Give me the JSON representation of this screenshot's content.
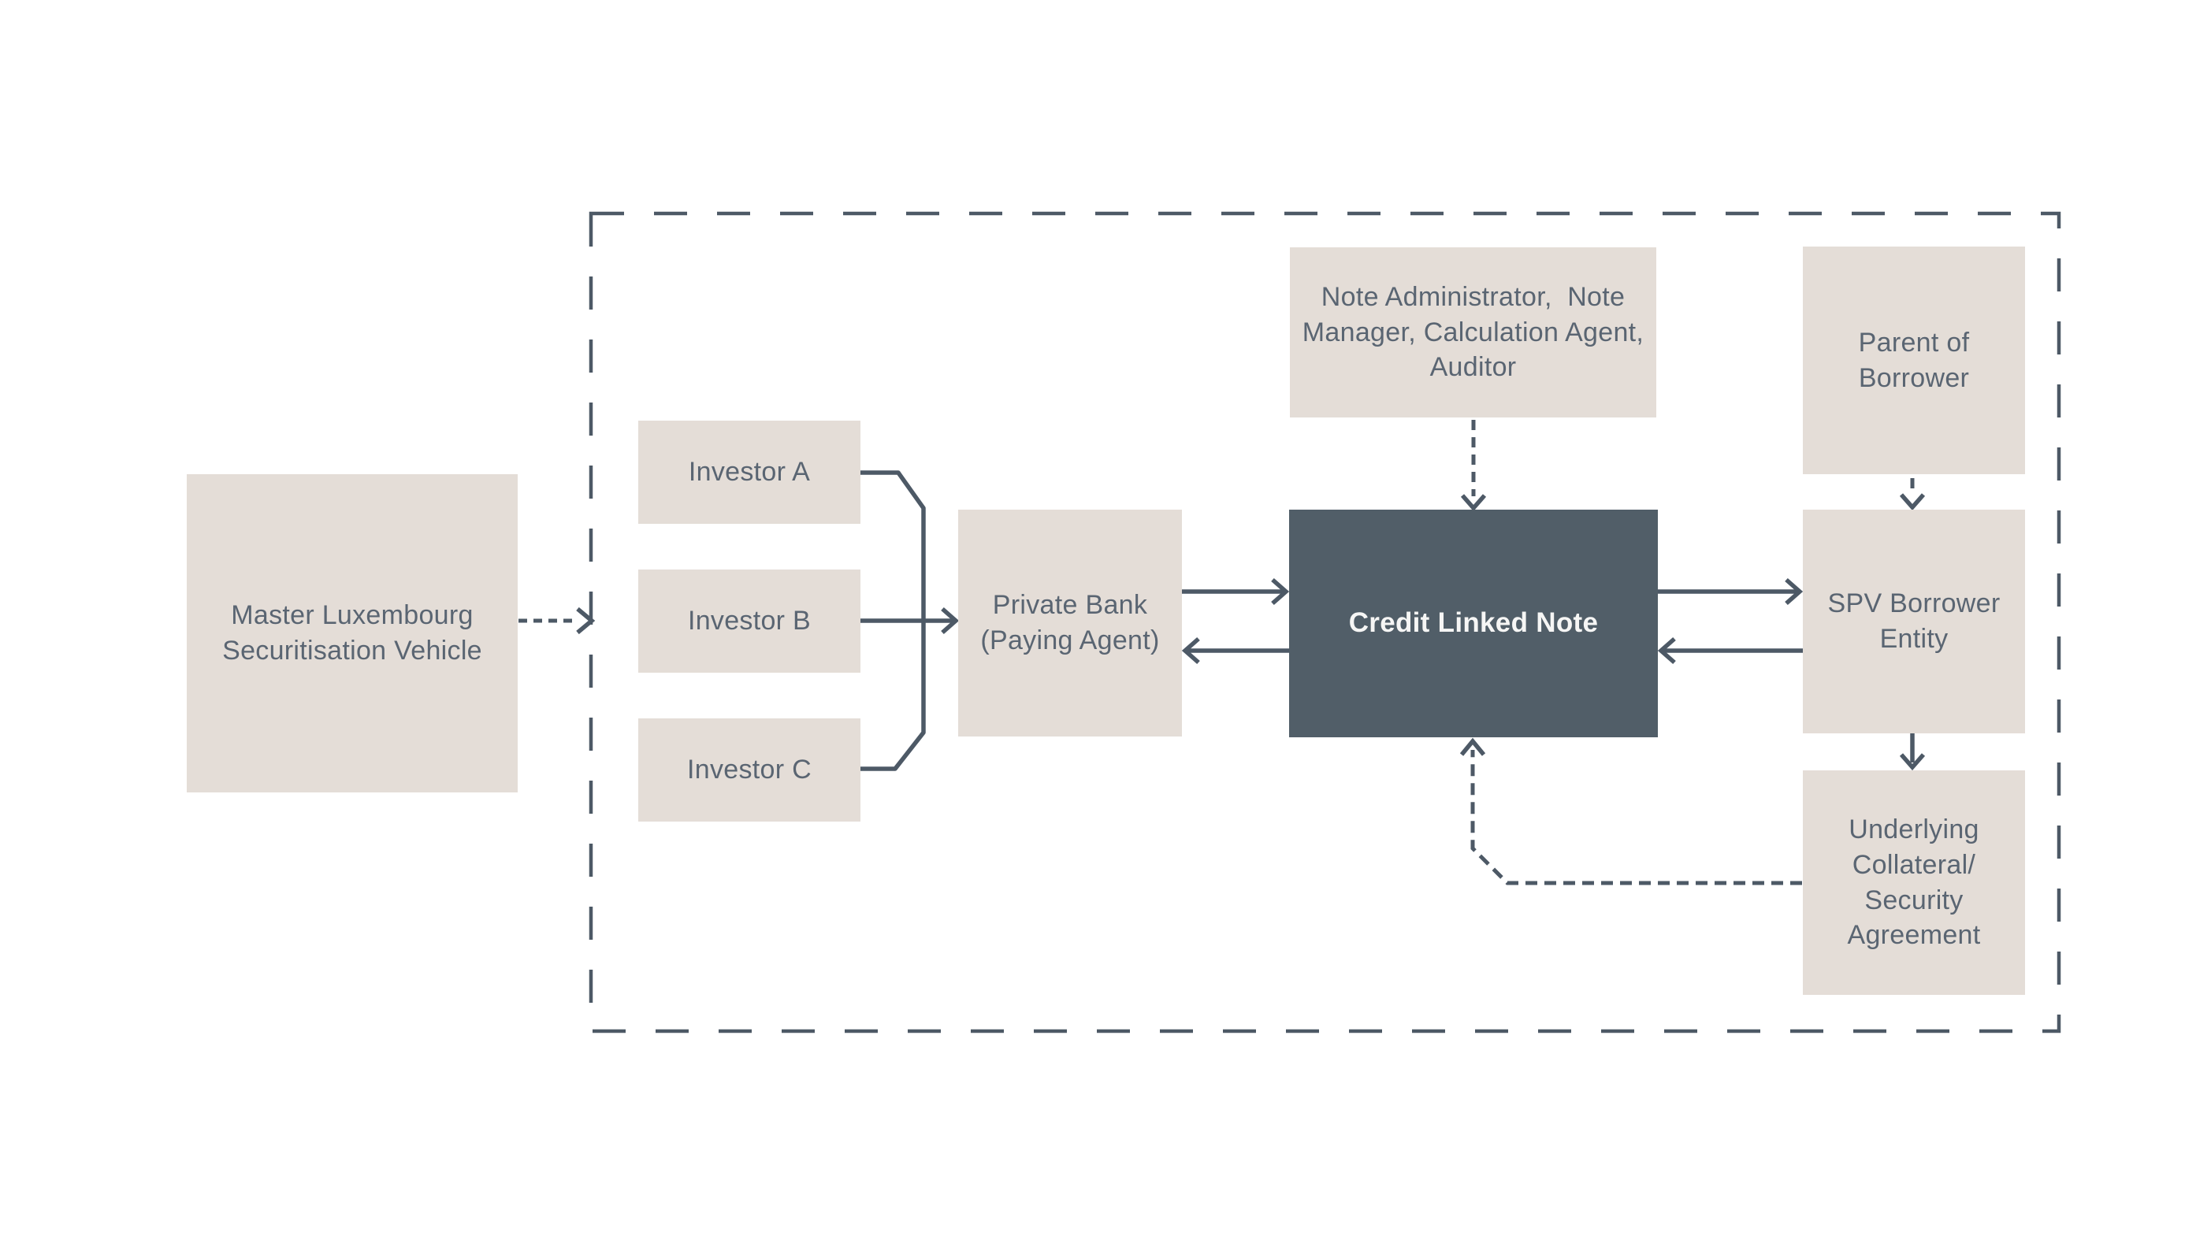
{
  "nodes": {
    "master": {
      "label": "Master Luxembourg\nSecuritisation Vehicle"
    },
    "investor_a": {
      "label": "Investor A"
    },
    "investor_b": {
      "label": "Investor B"
    },
    "investor_c": {
      "label": "Investor C"
    },
    "private_bank": {
      "label": "Private Bank\n(Paying Agent)"
    },
    "cln": {
      "label": "Credit Linked Note"
    },
    "note_admin": {
      "label": "Note Administrator,  Note\nManager, Calculation Agent,\nAuditor"
    },
    "parent": {
      "label": "Parent of\nBorrower"
    },
    "spv": {
      "label": "SPV Borrower\nEntity"
    },
    "underlying": {
      "label": "Underlying\nCollateral/\nSecurity\nAgreement"
    }
  },
  "colors": {
    "background": "#ffffff",
    "box_fill": "#e4ddd7",
    "highlight_fill": "#515e68",
    "line": "#4d5966",
    "text": "#5a6572",
    "highlight_text": "#f6f6f5"
  }
}
